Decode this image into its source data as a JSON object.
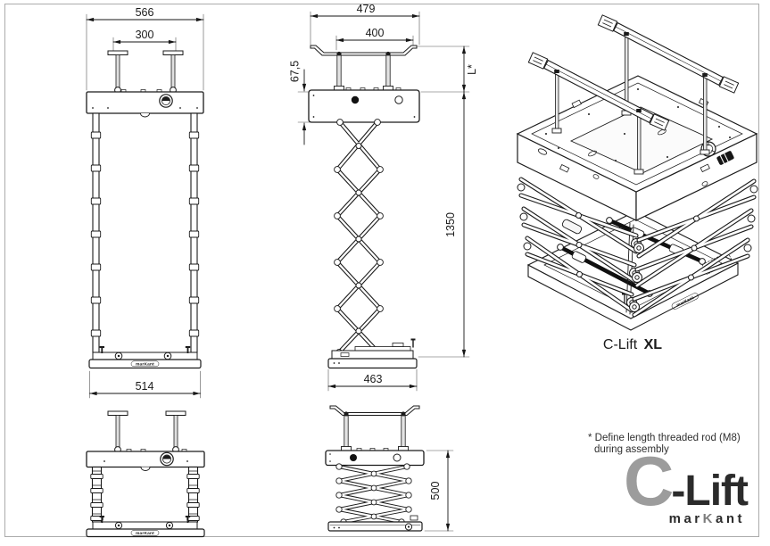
{
  "page": {
    "bg": "#ffffff",
    "frame_color": "#ababab",
    "ink": "#1b1b1b"
  },
  "front_extended": {
    "dim_width_outer": "566",
    "dim_width_inner": "300",
    "dim_width_bottom": "514",
    "brand": "marKant"
  },
  "side_extended": {
    "dim_width_outer": "479",
    "dim_width_inner": "400",
    "dim_standoff": "67,5",
    "dim_rod": "L*",
    "dim_height": "1350",
    "dim_bottom": "463"
  },
  "front_collapsed": {
    "brand": "marKant"
  },
  "side_collapsed": {
    "dim_height": "500"
  },
  "isometric": {
    "label_model": "C-Lift",
    "label_size": "XL",
    "brand": "marKant"
  },
  "note": {
    "line1": "* Define length threaded rod (M8)",
    "line2": "during assembly"
  },
  "logo": {
    "c": "C",
    "suffix": "-Lift",
    "brand_pre": "mar",
    "brand_k": "K",
    "brand_post": "ant"
  }
}
